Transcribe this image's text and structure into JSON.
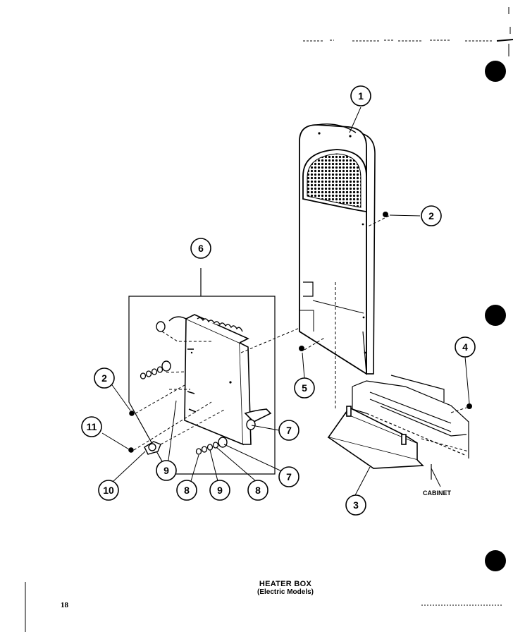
{
  "callouts": {
    "c1": "1",
    "c2a": "2",
    "c2b": "2",
    "c3": "3",
    "c4": "4",
    "c5": "5",
    "c6": "6",
    "c7a": "7",
    "c7b": "7",
    "c8a": "8",
    "c8b": "8",
    "c9a": "9",
    "c9b": "9",
    "c10": "10",
    "c11": "11"
  },
  "cabinet_label": "CABINET",
  "title": {
    "line1": "HEATER BOX",
    "line2": "(Electric Models)"
  },
  "page_number": "18",
  "colors": {
    "ink": "#000000",
    "paper": "#ffffff"
  }
}
